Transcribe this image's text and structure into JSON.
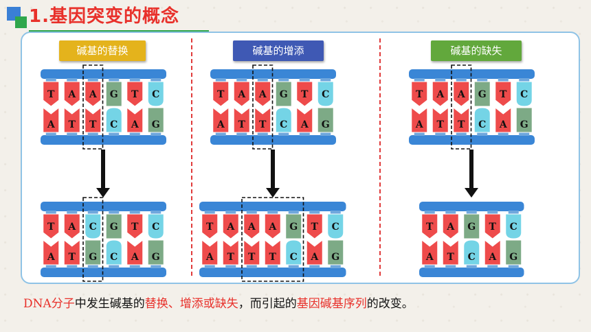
{
  "title": "1.基因突变的概念",
  "colors": {
    "red": "#e8302a",
    "blue": "#3a7fd5",
    "green": "#2fa64b",
    "panel_border": "#8fc3e6",
    "base_red": "#ee4b4b",
    "base_green": "#7daa86",
    "base_cyan": "#74d4e6",
    "backbone": "#3a86d6"
  },
  "sections": [
    {
      "label": "碱基的替换",
      "label_color": "#e4b31c",
      "before": {
        "top": [
          "T",
          "A",
          "A",
          "G",
          "T",
          "C"
        ],
        "bottom": [
          "A",
          "T",
          "T",
          "C",
          "A",
          "G"
        ]
      },
      "after": {
        "top": [
          "T",
          "A",
          "C",
          "G",
          "T",
          "C"
        ],
        "bottom": [
          "A",
          "T",
          "G",
          "C",
          "A",
          "G"
        ]
      }
    },
    {
      "label": "碱基的增添",
      "label_color": "#3f59b4",
      "before": {
        "top": [
          "T",
          "A",
          "A",
          "G",
          "T",
          "C"
        ],
        "bottom": [
          "A",
          "T",
          "T",
          "C",
          "A",
          "G"
        ]
      },
      "after": {
        "top": [
          "T",
          "A",
          "A",
          "A",
          "G",
          "T",
          "C"
        ],
        "bottom": [
          "A",
          "T",
          "T",
          "T",
          "C",
          "A",
          "G"
        ]
      }
    },
    {
      "label": "碱基的缺失",
      "label_color": "#62a83c",
      "before": {
        "top": [
          "T",
          "A",
          "A",
          "G",
          "T",
          "C"
        ],
        "bottom": [
          "A",
          "T",
          "T",
          "C",
          "A",
          "G"
        ]
      },
      "after": {
        "top": [
          "T",
          "A",
          "G",
          "T",
          "C"
        ],
        "bottom": [
          "A",
          "T",
          "C",
          "A",
          "G"
        ]
      }
    }
  ],
  "statement": {
    "p1": "DNA分子",
    "p2": "中发生碱基的",
    "p3": "替换、增添或缺失",
    "p4": "，而引起的",
    "p5": "基因碱基序列",
    "p6": "的改变。"
  }
}
